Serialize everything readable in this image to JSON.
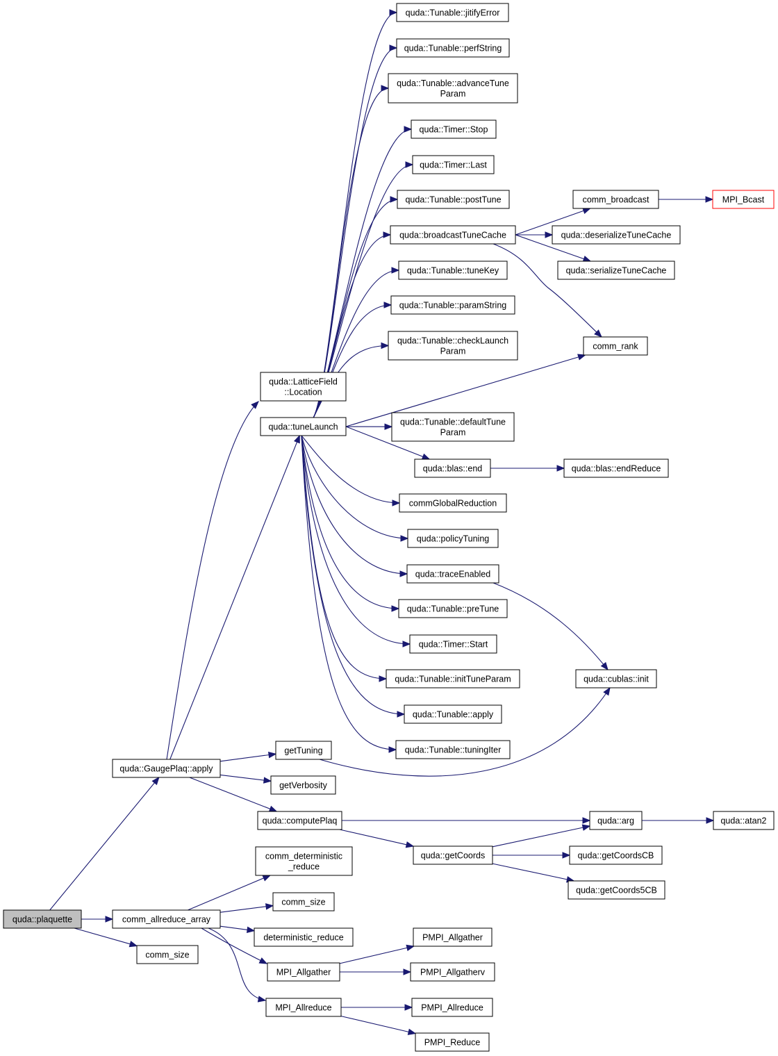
{
  "nodes": [
    {
      "id": "plaquette",
      "lines": [
        "quda::plaquette"
      ],
      "root": true
    },
    {
      "id": "gaugeplaq_apply",
      "lines": [
        "quda::GaugePlaq::apply"
      ]
    },
    {
      "id": "comm_allreduce_array",
      "lines": [
        "comm_allreduce_array"
      ]
    },
    {
      "id": "comm_size_b",
      "lines": [
        "comm_size"
      ]
    },
    {
      "id": "location",
      "lines": [
        "quda::LatticeField",
        "::Location"
      ]
    },
    {
      "id": "tunelaunch",
      "lines": [
        "quda::tuneLaunch"
      ]
    },
    {
      "id": "gettuning",
      "lines": [
        "getTuning"
      ]
    },
    {
      "id": "getverbosity",
      "lines": [
        "getVerbosity"
      ]
    },
    {
      "id": "computeplaq",
      "lines": [
        "quda::computePlaq"
      ]
    },
    {
      "id": "comm_det_reduce",
      "lines": [
        "comm_deterministic",
        "_reduce"
      ]
    },
    {
      "id": "comm_size_a",
      "lines": [
        "comm_size"
      ]
    },
    {
      "id": "det_reduce",
      "lines": [
        "deterministic_reduce"
      ]
    },
    {
      "id": "mpi_allgather",
      "lines": [
        "MPI_Allgather"
      ]
    },
    {
      "id": "mpi_allreduce",
      "lines": [
        "MPI_Allreduce"
      ]
    },
    {
      "id": "jitifyerror",
      "lines": [
        "quda::Tunable::jitifyError"
      ]
    },
    {
      "id": "perfstring",
      "lines": [
        "quda::Tunable::perfString"
      ]
    },
    {
      "id": "advancetune",
      "lines": [
        "quda::Tunable::advanceTune",
        "Param"
      ]
    },
    {
      "id": "timerstop",
      "lines": [
        "quda::Timer::Stop"
      ]
    },
    {
      "id": "timerlast",
      "lines": [
        "quda::Timer::Last"
      ]
    },
    {
      "id": "posttune",
      "lines": [
        "quda::Tunable::postTune"
      ]
    },
    {
      "id": "broadcastcache",
      "lines": [
        "quda::broadcastTuneCache"
      ]
    },
    {
      "id": "tunekey",
      "lines": [
        "quda::Tunable::tuneKey"
      ]
    },
    {
      "id": "paramstring",
      "lines": [
        "quda::Tunable::paramString"
      ]
    },
    {
      "id": "checklaunch",
      "lines": [
        "quda::Tunable::checkLaunch",
        "Param"
      ]
    },
    {
      "id": "defaulttune",
      "lines": [
        "quda::Tunable::defaultTune",
        "Param"
      ]
    },
    {
      "id": "blasend",
      "lines": [
        "quda::blas::end"
      ]
    },
    {
      "id": "commglobal",
      "lines": [
        "commGlobalReduction"
      ]
    },
    {
      "id": "policytuning",
      "lines": [
        "quda::policyTuning"
      ]
    },
    {
      "id": "traceenabled",
      "lines": [
        "quda::traceEnabled"
      ]
    },
    {
      "id": "pretune",
      "lines": [
        "quda::Tunable::preTune"
      ]
    },
    {
      "id": "timerstart",
      "lines": [
        "quda::Timer::Start"
      ]
    },
    {
      "id": "inittune",
      "lines": [
        "quda::Tunable::initTuneParam"
      ]
    },
    {
      "id": "tunableapply",
      "lines": [
        "quda::Tunable::apply"
      ]
    },
    {
      "id": "tuningiter",
      "lines": [
        "quda::Tunable::tuningIter"
      ]
    },
    {
      "id": "getcoords",
      "lines": [
        "quda::getCoords"
      ]
    },
    {
      "id": "pmpi_allgather",
      "lines": [
        "PMPI_Allgather"
      ]
    },
    {
      "id": "pmpi_allgatherv",
      "lines": [
        "PMPI_Allgatherv"
      ]
    },
    {
      "id": "pmpi_allreduce",
      "lines": [
        "PMPI_Allreduce"
      ]
    },
    {
      "id": "pmpi_reduce",
      "lines": [
        "PMPI_Reduce"
      ]
    },
    {
      "id": "comm_broadcast",
      "lines": [
        "comm_broadcast"
      ]
    },
    {
      "id": "deserialize",
      "lines": [
        "quda::deserializeTuneCache"
      ]
    },
    {
      "id": "serialize",
      "lines": [
        "quda::serializeTuneCache"
      ]
    },
    {
      "id": "comm_rank",
      "lines": [
        "comm_rank"
      ]
    },
    {
      "id": "endreduce",
      "lines": [
        "quda::blas::endReduce"
      ]
    },
    {
      "id": "cublasinit",
      "lines": [
        "quda::cublas::init"
      ]
    },
    {
      "id": "arg",
      "lines": [
        "quda::arg"
      ]
    },
    {
      "id": "getcoordscb",
      "lines": [
        "quda::getCoordsCB"
      ]
    },
    {
      "id": "getcoords5cb",
      "lines": [
        "quda::getCoords5CB"
      ]
    },
    {
      "id": "mpi_bcast",
      "lines": [
        "MPI_Bcast"
      ],
      "red": true
    },
    {
      "id": "atan2",
      "lines": [
        "quda::atan2"
      ]
    }
  ],
  "edges": [
    [
      "plaquette",
      "gaugeplaq_apply"
    ],
    [
      "plaquette",
      "comm_allreduce_array"
    ],
    [
      "plaquette",
      "comm_size_b"
    ],
    [
      "gaugeplaq_apply",
      "location"
    ],
    [
      "gaugeplaq_apply",
      "tunelaunch"
    ],
    [
      "gaugeplaq_apply",
      "gettuning"
    ],
    [
      "gaugeplaq_apply",
      "getverbosity"
    ],
    [
      "gaugeplaq_apply",
      "computeplaq"
    ],
    [
      "comm_allreduce_array",
      "comm_det_reduce"
    ],
    [
      "comm_allreduce_array",
      "comm_size_a"
    ],
    [
      "comm_allreduce_array",
      "det_reduce"
    ],
    [
      "comm_allreduce_array",
      "mpi_allgather"
    ],
    [
      "comm_allreduce_array",
      "mpi_allreduce"
    ],
    [
      "tunelaunch",
      "jitifyerror"
    ],
    [
      "tunelaunch",
      "perfstring"
    ],
    [
      "tunelaunch",
      "advancetune"
    ],
    [
      "tunelaunch",
      "timerstop"
    ],
    [
      "tunelaunch",
      "timerlast"
    ],
    [
      "tunelaunch",
      "posttune"
    ],
    [
      "tunelaunch",
      "broadcastcache"
    ],
    [
      "tunelaunch",
      "tunekey"
    ],
    [
      "tunelaunch",
      "paramstring"
    ],
    [
      "tunelaunch",
      "checklaunch"
    ],
    [
      "tunelaunch",
      "comm_rank"
    ],
    [
      "tunelaunch",
      "defaulttune"
    ],
    [
      "tunelaunch",
      "blasend"
    ],
    [
      "tunelaunch",
      "commglobal"
    ],
    [
      "tunelaunch",
      "policytuning"
    ],
    [
      "tunelaunch",
      "traceenabled"
    ],
    [
      "tunelaunch",
      "pretune"
    ],
    [
      "tunelaunch",
      "timerstart"
    ],
    [
      "tunelaunch",
      "inittune"
    ],
    [
      "tunelaunch",
      "tunableapply"
    ],
    [
      "tunelaunch",
      "tuningiter"
    ],
    [
      "gettuning",
      "cublasinit"
    ],
    [
      "computeplaq",
      "arg"
    ],
    [
      "computeplaq",
      "getcoords"
    ],
    [
      "mpi_allgather",
      "pmpi_allgather"
    ],
    [
      "mpi_allgather",
      "pmpi_allgatherv"
    ],
    [
      "mpi_allreduce",
      "pmpi_allreduce"
    ],
    [
      "mpi_allreduce",
      "pmpi_reduce"
    ],
    [
      "broadcastcache",
      "comm_broadcast"
    ],
    [
      "broadcastcache",
      "deserialize"
    ],
    [
      "broadcastcache",
      "serialize"
    ],
    [
      "broadcastcache",
      "comm_rank"
    ],
    [
      "comm_broadcast",
      "mpi_bcast"
    ],
    [
      "blasend",
      "endreduce"
    ],
    [
      "traceenabled",
      "cublasinit"
    ],
    [
      "getcoords",
      "arg"
    ],
    [
      "getcoords",
      "getcoordscb"
    ],
    [
      "getcoords",
      "getcoords5cb"
    ],
    [
      "arg",
      "atan2"
    ]
  ]
}
